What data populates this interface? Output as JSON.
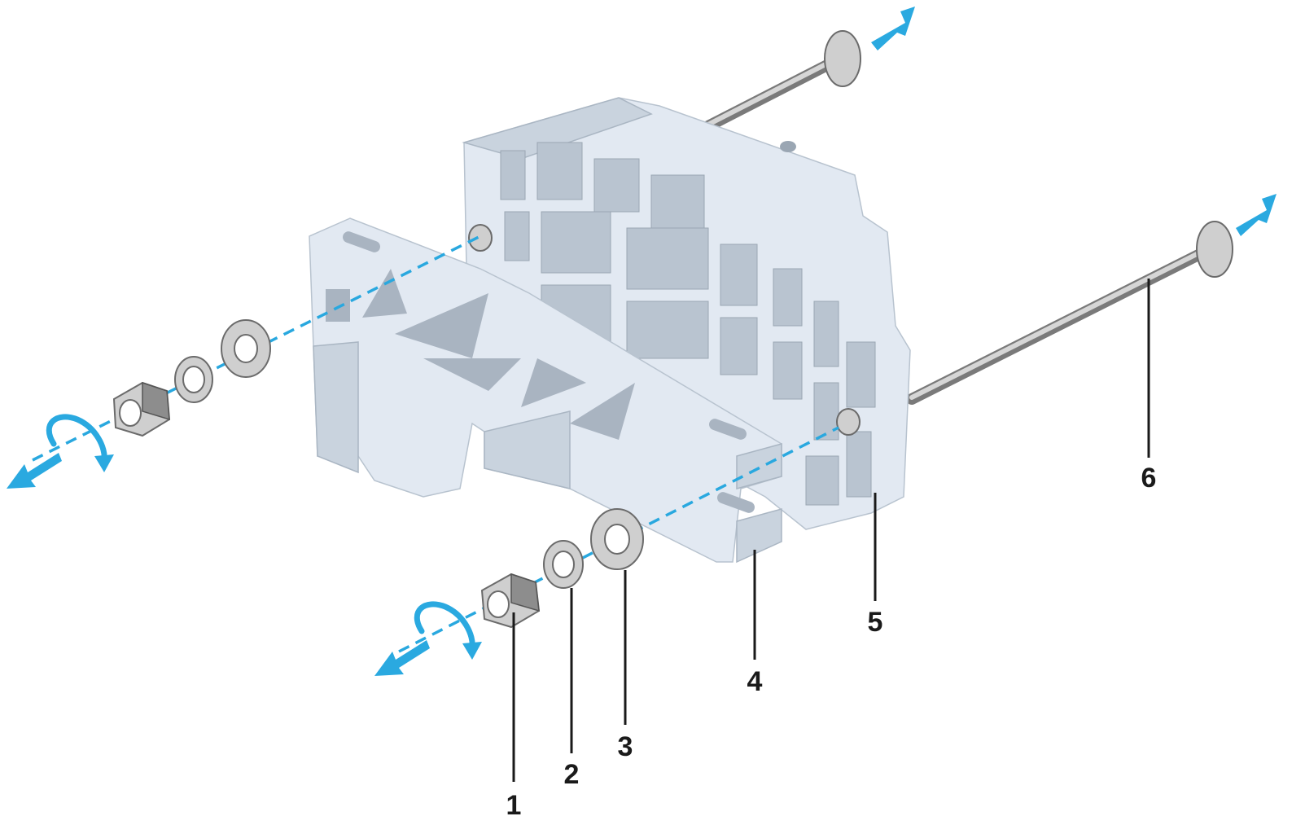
{
  "diagram": {
    "callouts": [
      {
        "id": "nut",
        "number": "1"
      },
      {
        "id": "lock-washer",
        "number": "2"
      },
      {
        "id": "flat-washer",
        "number": "3"
      },
      {
        "id": "foot-support",
        "number": "4"
      },
      {
        "id": "terminal-end-bracket",
        "number": "5"
      },
      {
        "id": "threaded-rod",
        "number": "6"
      }
    ],
    "colors": {
      "arrow": "#2aa9e0",
      "axis_line": "#29a8df",
      "plastic": "#e2e9f2",
      "metal": "#cfcfcf",
      "label_text": "#1a1a1a"
    },
    "icons": [
      "push-arrow-icon",
      "rotate-arrow-icon"
    ]
  }
}
